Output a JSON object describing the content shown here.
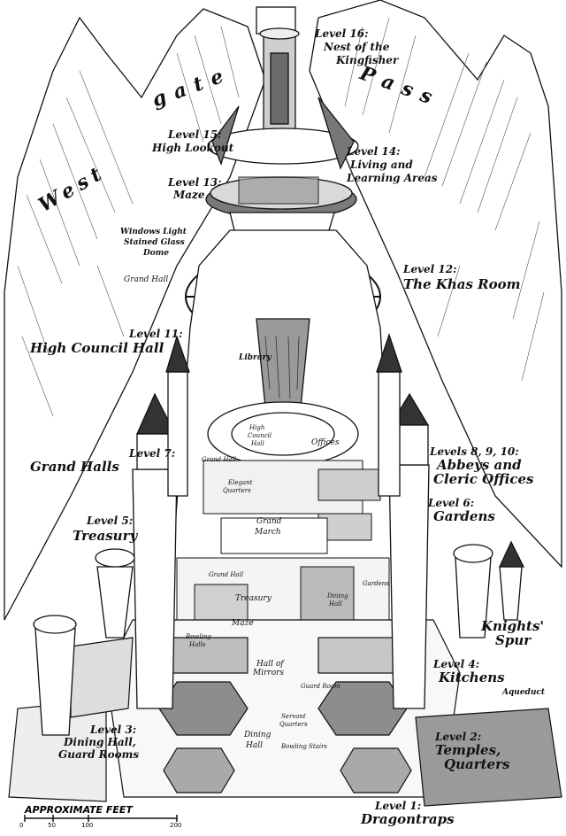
{
  "title": "Westgate Pass",
  "pass_words": [
    "West",
    "gate",
    "Pass"
  ],
  "labels": {
    "l16_level": "Level 16:",
    "l16_name_a": "Nest of the",
    "l16_name_b": "Kingfisher",
    "l15_level": "Level 15:",
    "l15_name": "High Lookout",
    "l14_level": "Level 14:",
    "l14_name_a": "Living and",
    "l14_name_b": "Learning Areas",
    "l13_level": "Level 13:",
    "l13_name": "Maze",
    "windows_a": "Windows Light",
    "windows_b": "Stained Glass",
    "windows_c": "Dome",
    "grand_hall": "Grand Hall",
    "l12_level": "Level 12:",
    "l12_name": "The Khas Room",
    "l11_level": "Level 11:",
    "l11_name": "High Council Hall",
    "library": "Library",
    "hch_a": "High",
    "hch_b": "Council",
    "hch_c": "Hall",
    "offices": "Offices",
    "l7_level": "Level 7:",
    "l7_name": "Grand Halls",
    "l8_level": "Levels 8, 9, 10:",
    "l8_name_a": "Abbeys and",
    "l8_name_b": "Cleric Offices",
    "grand_hall_2": "Grand Hall",
    "elegant_a": "Elegant",
    "elegant_b": "Quarters",
    "grand_march_a": "Grand",
    "grand_march_b": "March",
    "l6_level": "Level 6:",
    "l6_name": "Gardens",
    "l5_level": "Level 5:",
    "l5_name": "Treasury",
    "grand_hall_3": "Grand Hall",
    "treasury": "Treasury",
    "maze": "Maze",
    "bowling_a": "Bowling",
    "bowling_b": "Halls",
    "dining_a": "Dining",
    "dining_b": "Hall",
    "gardens": "Gardens",
    "knights_a": "Knights'",
    "knights_b": "Spur",
    "hall_mirrors_a": "Hall of",
    "hall_mirrors_b": "Mirrors",
    "guard_room": "Guard Room",
    "l4_level": "Level 4:",
    "l4_name": "Kitchens",
    "aqueduct": "Aqueduct",
    "servant_a": "Servant",
    "servant_b": "Quarters",
    "bowling_stairs": "Bowling Stairs",
    "l3_level": "Level 3:",
    "l3_name_a": "Dining Hall,",
    "l3_name_b": "Guard Rooms",
    "dining2_a": "Dining",
    "dining2_b": "Hall",
    "l2_level": "Level 2:",
    "l2_name_a": "Temples,",
    "l2_name_b": "Quarters",
    "l1_level": "Level 1:",
    "l1_name": "Dragontraps"
  },
  "scale": {
    "title": "APPROXIMATE FEET",
    "ticks": [
      "0",
      "50",
      "100",
      "200"
    ]
  },
  "colors": {
    "ink": "#111111",
    "paper": "#ffffff",
    "shade": "#8a8a8a",
    "dark": "#3a3a3a"
  }
}
